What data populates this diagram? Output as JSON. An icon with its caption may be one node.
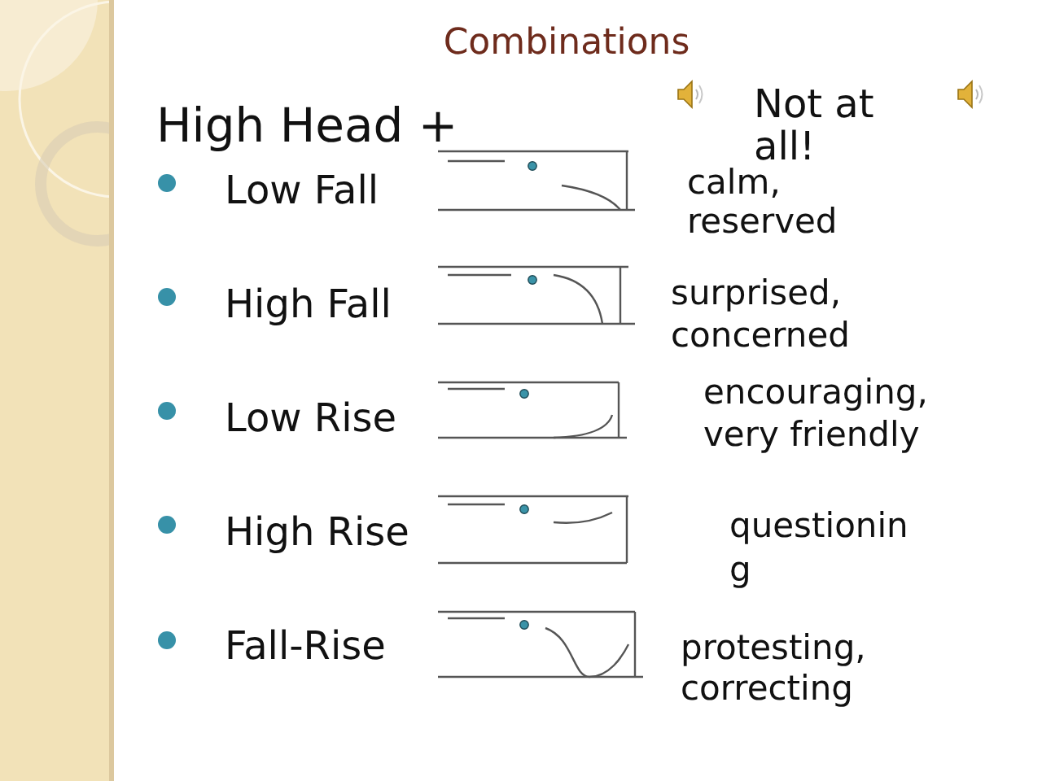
{
  "diagram": {
    "title": "Combinations",
    "labels": [
      "High Head +",
      "Not at all!",
      "Low Fall",
      "calm, reserved",
      "High Fall",
      "surprised, concerned",
      "Low Rise",
      "encouraging, very friendly",
      "High Rise",
      "questioning",
      "Fall-Rise",
      "protesting, correcting"
    ]
  }
}
